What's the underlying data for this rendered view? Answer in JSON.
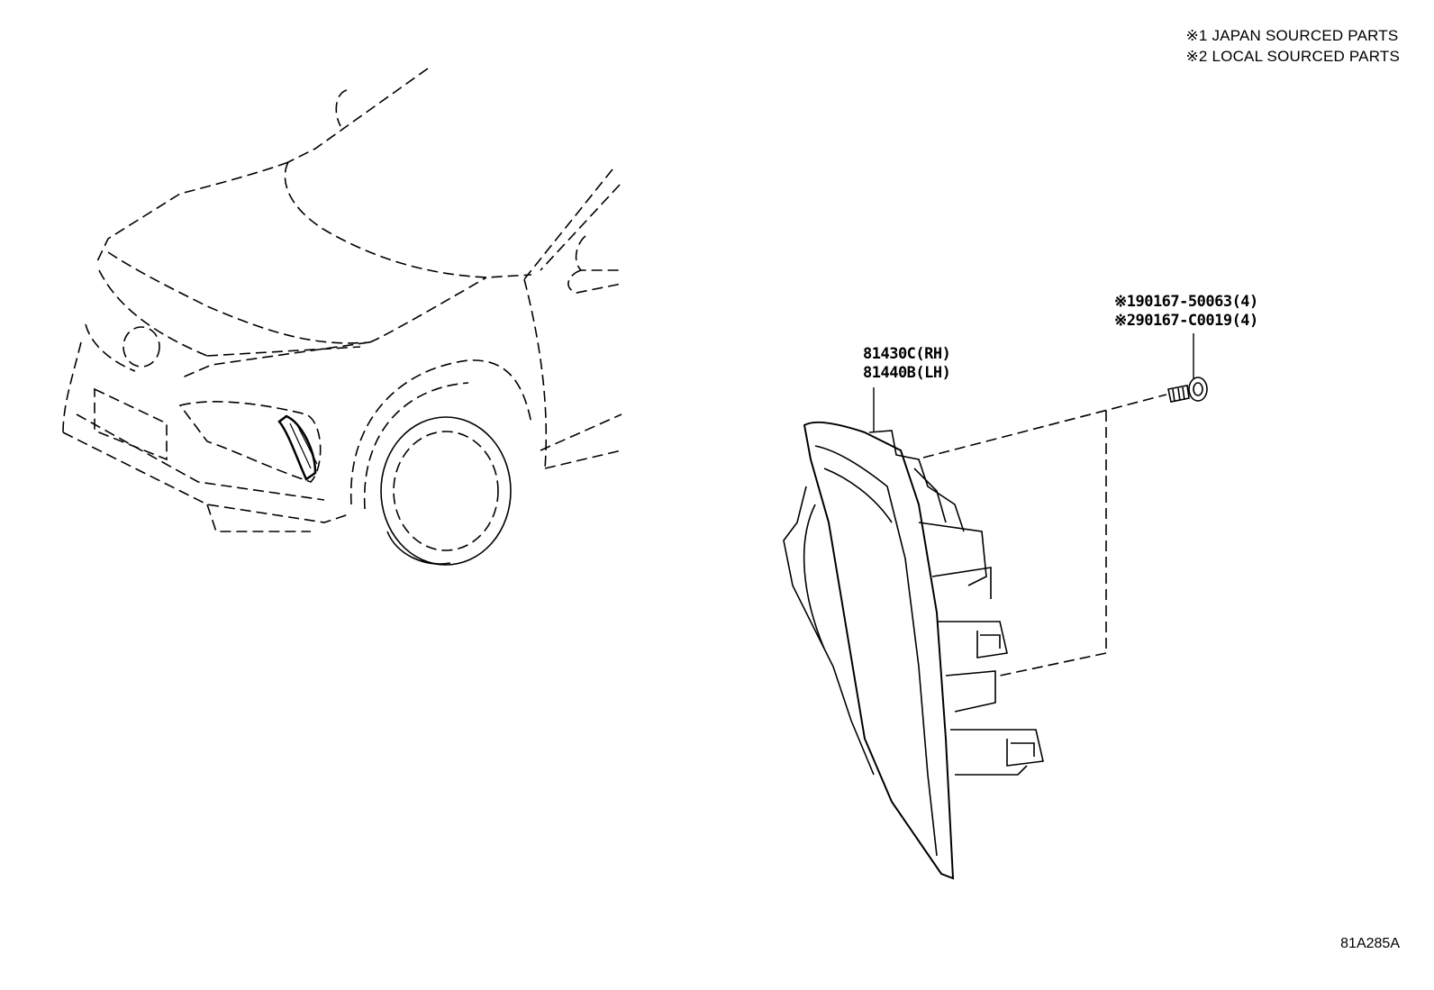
{
  "legend": {
    "note1": "※1 JAPAN SOURCED PARTS",
    "note2": "※2 LOCAL SOURCED PARTS"
  },
  "parts": {
    "lamp_rh": "81430C(RH)",
    "lamp_lh": "81440B(LH)",
    "screw1": "※190167-50063(4)",
    "screw2": "※290167-C0019(4)"
  },
  "illustration_ref": "81A285A"
}
